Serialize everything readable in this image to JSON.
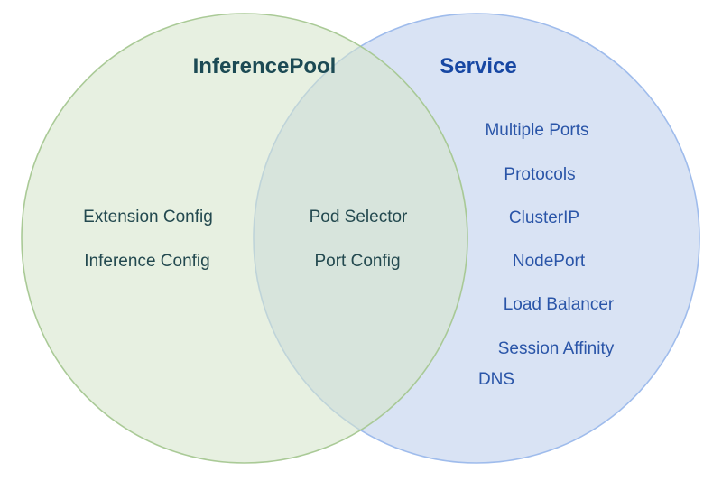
{
  "diagram": {
    "type": "venn",
    "left_circle": {
      "title": "InferencePool",
      "items": [
        "Extension Config",
        "Inference Config"
      ],
      "fill_color": "#e8f0e1",
      "border_color": "#a5c791",
      "text_color": "#23494f",
      "title_color": "#1c4a54"
    },
    "right_circle": {
      "title": "Service",
      "items": [
        "Multiple Ports",
        "Protocols",
        "ClusterIP",
        "NodePort",
        "Load Balancer",
        "Session Affinity",
        "DNS"
      ],
      "fill_color": "#d9e3f4",
      "border_color": "#9fbcec",
      "text_color": "#2a55a8",
      "title_color": "#1747a3"
    },
    "intersection": {
      "items": [
        "Pod Selector",
        "Port Config"
      ],
      "fill_color": "#d8e6dc",
      "text_color": "#23494f"
    }
  }
}
